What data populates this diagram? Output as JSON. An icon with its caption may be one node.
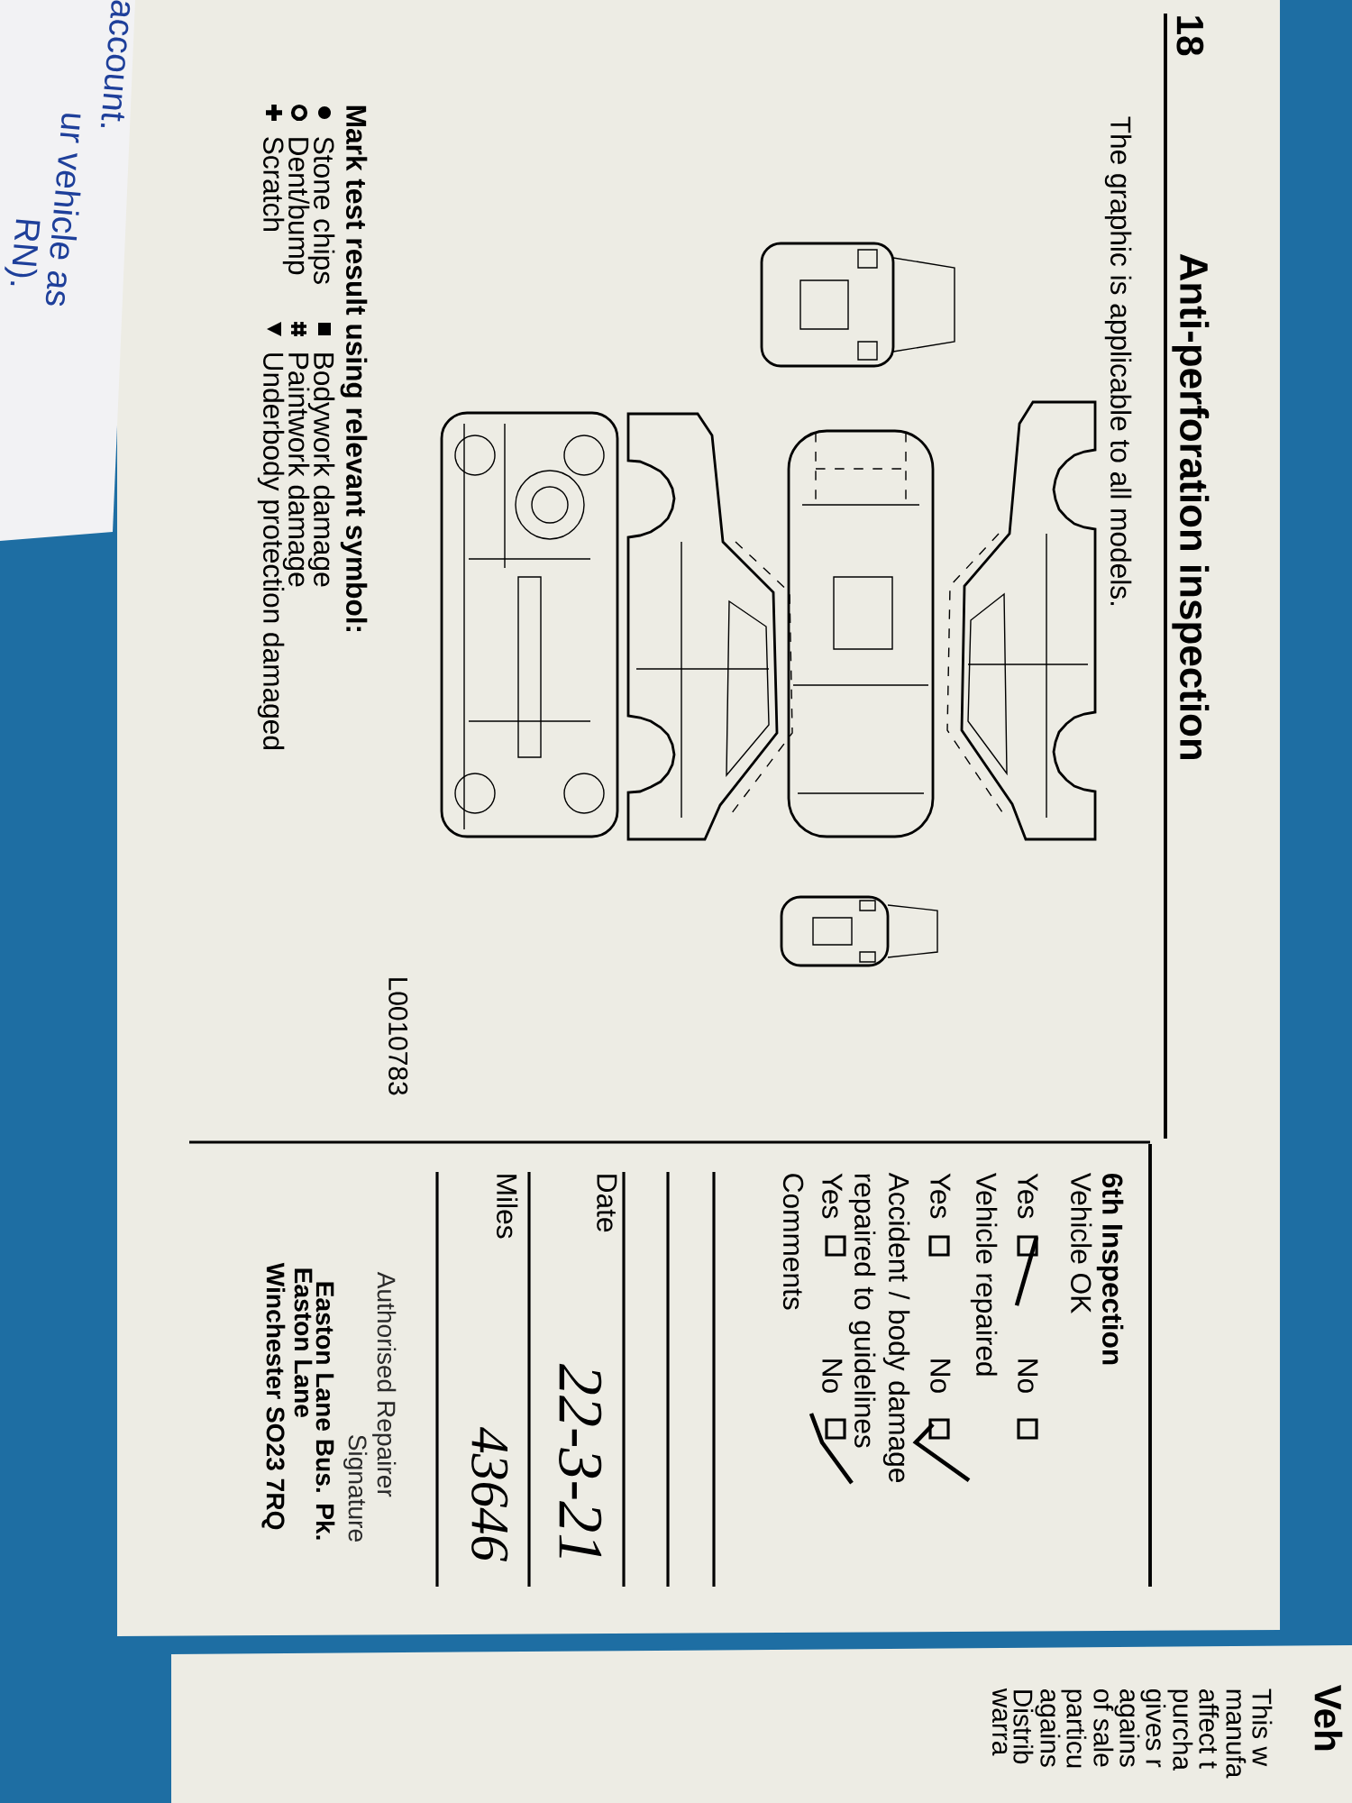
{
  "diagram": {
    "title": "Anti-perforation inspection",
    "labels": [
      "account.",
      "ur vehicle as",
      "RN).",
      "18",
      "The graphic is applicable to all models.",
      "Mark test result using relevant symbol:",
      "L0010783",
      "6th Inspection",
      "Vehicle OK",
      "Yes",
      "No",
      "Vehicle repaired",
      "Yes",
      "No",
      "Accident / body damage repaired to guidelines",
      "Yes",
      "No",
      "Comments",
      "Date",
      "22-3-21",
      "Miles",
      "43646",
      "Authorised Repairer",
      "Signature",
      "Easton Lane Bus. Pk.",
      "Easton Lane",
      "Winchester SO23 7RQ",
      "Veh",
      "This w",
      "manufa",
      "affect t",
      "purcha",
      "gives r",
      "agains",
      "of sale",
      "particu",
      "agains",
      "Distrib",
      "warra"
    ],
    "legend": [
      {
        "text": "Stone chips"
      },
      {
        "text": "Bodywork damage"
      },
      {
        "text": "Dent/bump"
      },
      {
        "text": "Paintwork damage"
      },
      {
        "text": "Scratch"
      },
      {
        "text": "Underbody protection damaged"
      }
    ]
  }
}
